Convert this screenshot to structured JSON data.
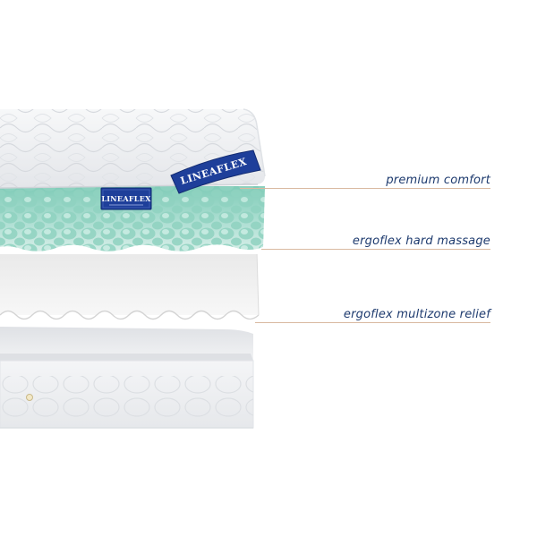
{
  "brand": {
    "logo_text": "LINEAFLEX",
    "logo_color": "#1e3f9a"
  },
  "layers": [
    {
      "id": "premium-comfort",
      "label": "premium comfort"
    },
    {
      "id": "ergoflex-hard-massage",
      "label": "ergoflex hard massage"
    },
    {
      "id": "ergoflex-multizone-relief",
      "label": "ergoflex multizone relief"
    }
  ],
  "colors": {
    "label_text": "#1d3a6e",
    "leader_line": "#d9b9a0",
    "topper_fabric": "#f2f3f5",
    "massage_foam": "#a6dccd",
    "multizone_foam": "#ebebeb",
    "base_cover": "#f1f2f4"
  }
}
